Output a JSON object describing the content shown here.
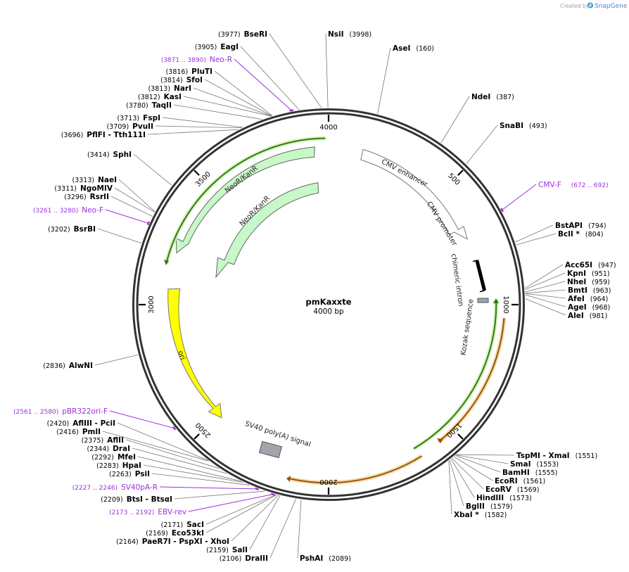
{
  "brand": {
    "prefix": "Created by",
    "name": "SnapGene"
  },
  "plasmid": {
    "name": "pmKaxxte",
    "length_label": "4000 bp",
    "length": 4000
  },
  "ticks": [
    {
      "bp": 500,
      "label": "500"
    },
    {
      "bp": 1000,
      "label": "1000"
    },
    {
      "bp": 1500,
      "label": "1500"
    },
    {
      "bp": 2000,
      "label": "2000"
    },
    {
      "bp": 2500,
      "label": "2500"
    },
    {
      "bp": 3000,
      "label": "3000"
    },
    {
      "bp": 3500,
      "label": "3500"
    },
    {
      "bp": 4000,
      "label": "4000"
    }
  ],
  "sites": [
    {
      "pos": "(3977)",
      "name": "BseRI",
      "order": "pos-name"
    },
    {
      "pos": "(3998)",
      "name": "NsiI",
      "order": "name-pos"
    },
    {
      "pos": "(160)",
      "name": "AseI",
      "order": "name-pos"
    },
    {
      "pos": "(3905)",
      "name": "EagI",
      "order": "pos-name"
    },
    {
      "pos": "(3816)",
      "name": "PluTI",
      "order": "pos-name"
    },
    {
      "pos": "(3814)",
      "name": "SfoI",
      "order": "pos-name"
    },
    {
      "pos": "(3813)",
      "name": "NarI",
      "order": "pos-name"
    },
    {
      "pos": "(3812)",
      "name": "KasI",
      "order": "pos-name"
    },
    {
      "pos": "(3780)",
      "name": "TaqII",
      "order": "pos-name"
    },
    {
      "pos": "(3713)",
      "name": "FspI",
      "order": "pos-name"
    },
    {
      "pos": "(3709)",
      "name": "PvuII",
      "order": "pos-name"
    },
    {
      "pos": "(3696)",
      "name": "PflFI  - Tth111I",
      "order": "pos-name"
    },
    {
      "pos": "(387)",
      "name": "NdeI",
      "order": "name-pos"
    },
    {
      "pos": "(493)",
      "name": "SnaBI",
      "order": "name-pos"
    },
    {
      "pos": "(3414)",
      "name": "SphI",
      "order": "pos-name"
    },
    {
      "pos": "(3313)",
      "name": "NaeI",
      "order": "pos-name"
    },
    {
      "pos": "(3311)",
      "name": "NgoMIV",
      "order": "pos-name"
    },
    {
      "pos": "(3296)",
      "name": "RsrII",
      "order": "pos-name"
    },
    {
      "pos": "(3202)",
      "name": "BsrBI",
      "order": "pos-name"
    },
    {
      "pos": "(794)",
      "name": "BstAPI",
      "order": "name-pos"
    },
    {
      "pos": "(804)",
      "name": "BclI *",
      "order": "name-pos"
    },
    {
      "pos": "(947)",
      "name": "Acc65I",
      "order": "name-pos"
    },
    {
      "pos": "(951)",
      "name": "KpnI",
      "order": "name-pos"
    },
    {
      "pos": "(959)",
      "name": "NheI",
      "order": "name-pos"
    },
    {
      "pos": "(963)",
      "name": "BmtI",
      "order": "name-pos"
    },
    {
      "pos": "(964)",
      "name": "AfeI",
      "order": "name-pos"
    },
    {
      "pos": "(968)",
      "name": "AgeI",
      "order": "name-pos"
    },
    {
      "pos": "(981)",
      "name": "AleI",
      "order": "name-pos"
    },
    {
      "pos": "(2836)",
      "name": "AlwNI",
      "order": "pos-name"
    },
    {
      "pos": "(2420)",
      "name": "AflIII  - PciI",
      "order": "pos-name"
    },
    {
      "pos": "(2416)",
      "name": "PmlI",
      "order": "pos-name"
    },
    {
      "pos": "(2375)",
      "name": "AflII",
      "order": "pos-name"
    },
    {
      "pos": "(2344)",
      "name": "DraI",
      "order": "pos-name"
    },
    {
      "pos": "(2292)",
      "name": "MfeI",
      "order": "pos-name"
    },
    {
      "pos": "(2283)",
      "name": "HpaI",
      "order": "pos-name"
    },
    {
      "pos": "(2263)",
      "name": "PsiI",
      "order": "pos-name"
    },
    {
      "pos": "(2209)",
      "name": "BtsI  - BtsαI",
      "order": "pos-name"
    },
    {
      "pos": "(2171)",
      "name": "SacI",
      "order": "pos-name"
    },
    {
      "pos": "(2169)",
      "name": "Eco53kI",
      "order": "pos-name"
    },
    {
      "pos": "(2164)",
      "name": "PaeR7I  - PspXI  - XhoI",
      "order": "pos-name"
    },
    {
      "pos": "(2159)",
      "name": "SalI",
      "order": "pos-name"
    },
    {
      "pos": "(2106)",
      "name": "DraIII",
      "order": "pos-name"
    },
    {
      "pos": "(2089)",
      "name": "PshAI",
      "order": "name-pos"
    },
    {
      "pos": "(1551)",
      "name": "TspMI  - XmaI",
      "order": "name-pos"
    },
    {
      "pos": "(1553)",
      "name": "SmaI",
      "order": "name-pos"
    },
    {
      "pos": "(1555)",
      "name": "BamHI",
      "order": "name-pos"
    },
    {
      "pos": "(1561)",
      "name": "EcoRI",
      "order": "name-pos"
    },
    {
      "pos": "(1569)",
      "name": "EcoRV",
      "order": "name-pos"
    },
    {
      "pos": "(1573)",
      "name": "HindIII",
      "order": "name-pos"
    },
    {
      "pos": "(1579)",
      "name": "BglII",
      "order": "name-pos"
    },
    {
      "pos": "(1582)",
      "name": "XbaI *",
      "order": "name-pos"
    }
  ],
  "primers": [
    {
      "range": "(3871 .. 3890)",
      "name": "Neo-R",
      "order": "range-name"
    },
    {
      "range": "(672 .. 692)",
      "name": "CMV-F",
      "order": "name-range"
    },
    {
      "range": "(3261 .. 3280)",
      "name": "Neo-F",
      "order": "range-name"
    },
    {
      "range": "(2561 .. 2580)",
      "name": "pBR322ori-F",
      "order": "range-name"
    },
    {
      "range": "(2227 .. 2246)",
      "name": "SV40pA-R",
      "order": "range-name"
    },
    {
      "range": "(2173 .. 2192)",
      "name": "EBV-rev",
      "order": "range-name"
    }
  ],
  "features": [
    {
      "name": "CMV enhancer",
      "color": "#ffffff"
    },
    {
      "name": "CMV promoter",
      "color": "#ffffff"
    },
    {
      "name": "chimeric intron",
      "color": "#000000"
    },
    {
      "name": "Kozak sequence",
      "color": "#a0a4ab"
    },
    {
      "name": "NeoR/KanR",
      "color": "#c8f7c8"
    },
    {
      "name": "NeoR/KanR",
      "color": "#c8f7c8"
    },
    {
      "name": "ori",
      "color": "#ffff00"
    },
    {
      "name": "SV40 poly(A) signal",
      "color": "#a0a4ab"
    }
  ],
  "colors": {
    "primer": "#9b30d9",
    "orf_green": "#2e7d0e",
    "orf_orange": "#e08a12"
  }
}
